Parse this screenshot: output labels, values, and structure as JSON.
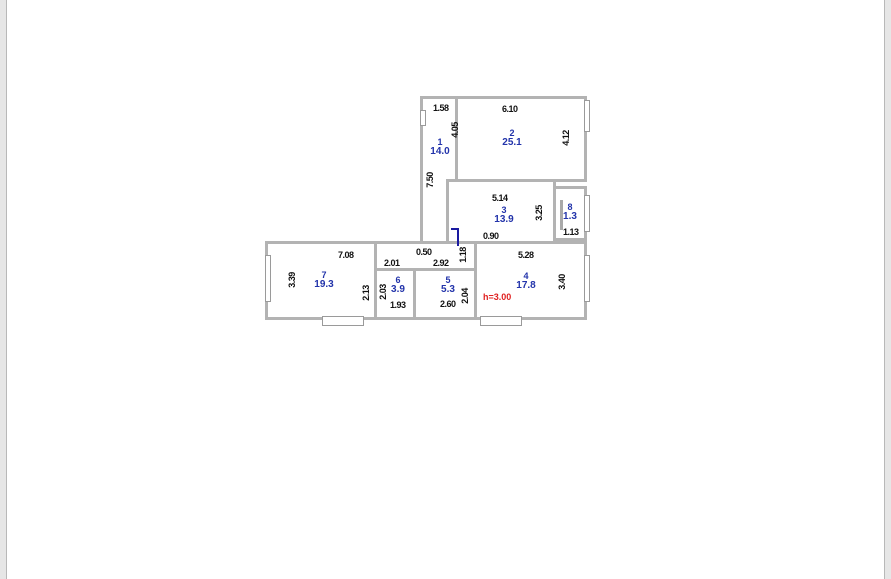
{
  "plan": {
    "rooms": [
      {
        "number": "1",
        "area": "14.0"
      },
      {
        "number": "2",
        "area": "25.1"
      },
      {
        "number": "3",
        "area": "13.9"
      },
      {
        "number": "4",
        "area": "17.8"
      },
      {
        "number": "5",
        "area": "5.3"
      },
      {
        "number": "6",
        "area": "3.9"
      },
      {
        "number": "7",
        "area": "19.3"
      },
      {
        "number": "8",
        "area": "1.3"
      }
    ],
    "dimensions": {
      "d1_58": "1.58",
      "d4_05": "4.05",
      "d7_50": "7.50",
      "d6_10": "6.10",
      "d4_12": "4.12",
      "d5_14": "5.14",
      "d3_25": "3.25",
      "d0_90": "0.90",
      "d1_13": "1.13",
      "d7_08": "7.08",
      "d0_50": "0.50",
      "d2_01": "2.01",
      "d2_92": "2.92",
      "d1_18": "1.18",
      "d5_28": "5.28",
      "d3_39": "3.39",
      "d2_13": "2.13",
      "d2_03": "2.03",
      "d1_93": "1.93",
      "d2_04": "2.04",
      "d2_60": "2.60",
      "d3_40": "3.40"
    },
    "ceiling_height": "h=3.00",
    "colors": {
      "room_label": "#2233aa",
      "dimension": "#111111",
      "ceiling_note": "#e02020",
      "wall": "#a9a9a9"
    }
  }
}
